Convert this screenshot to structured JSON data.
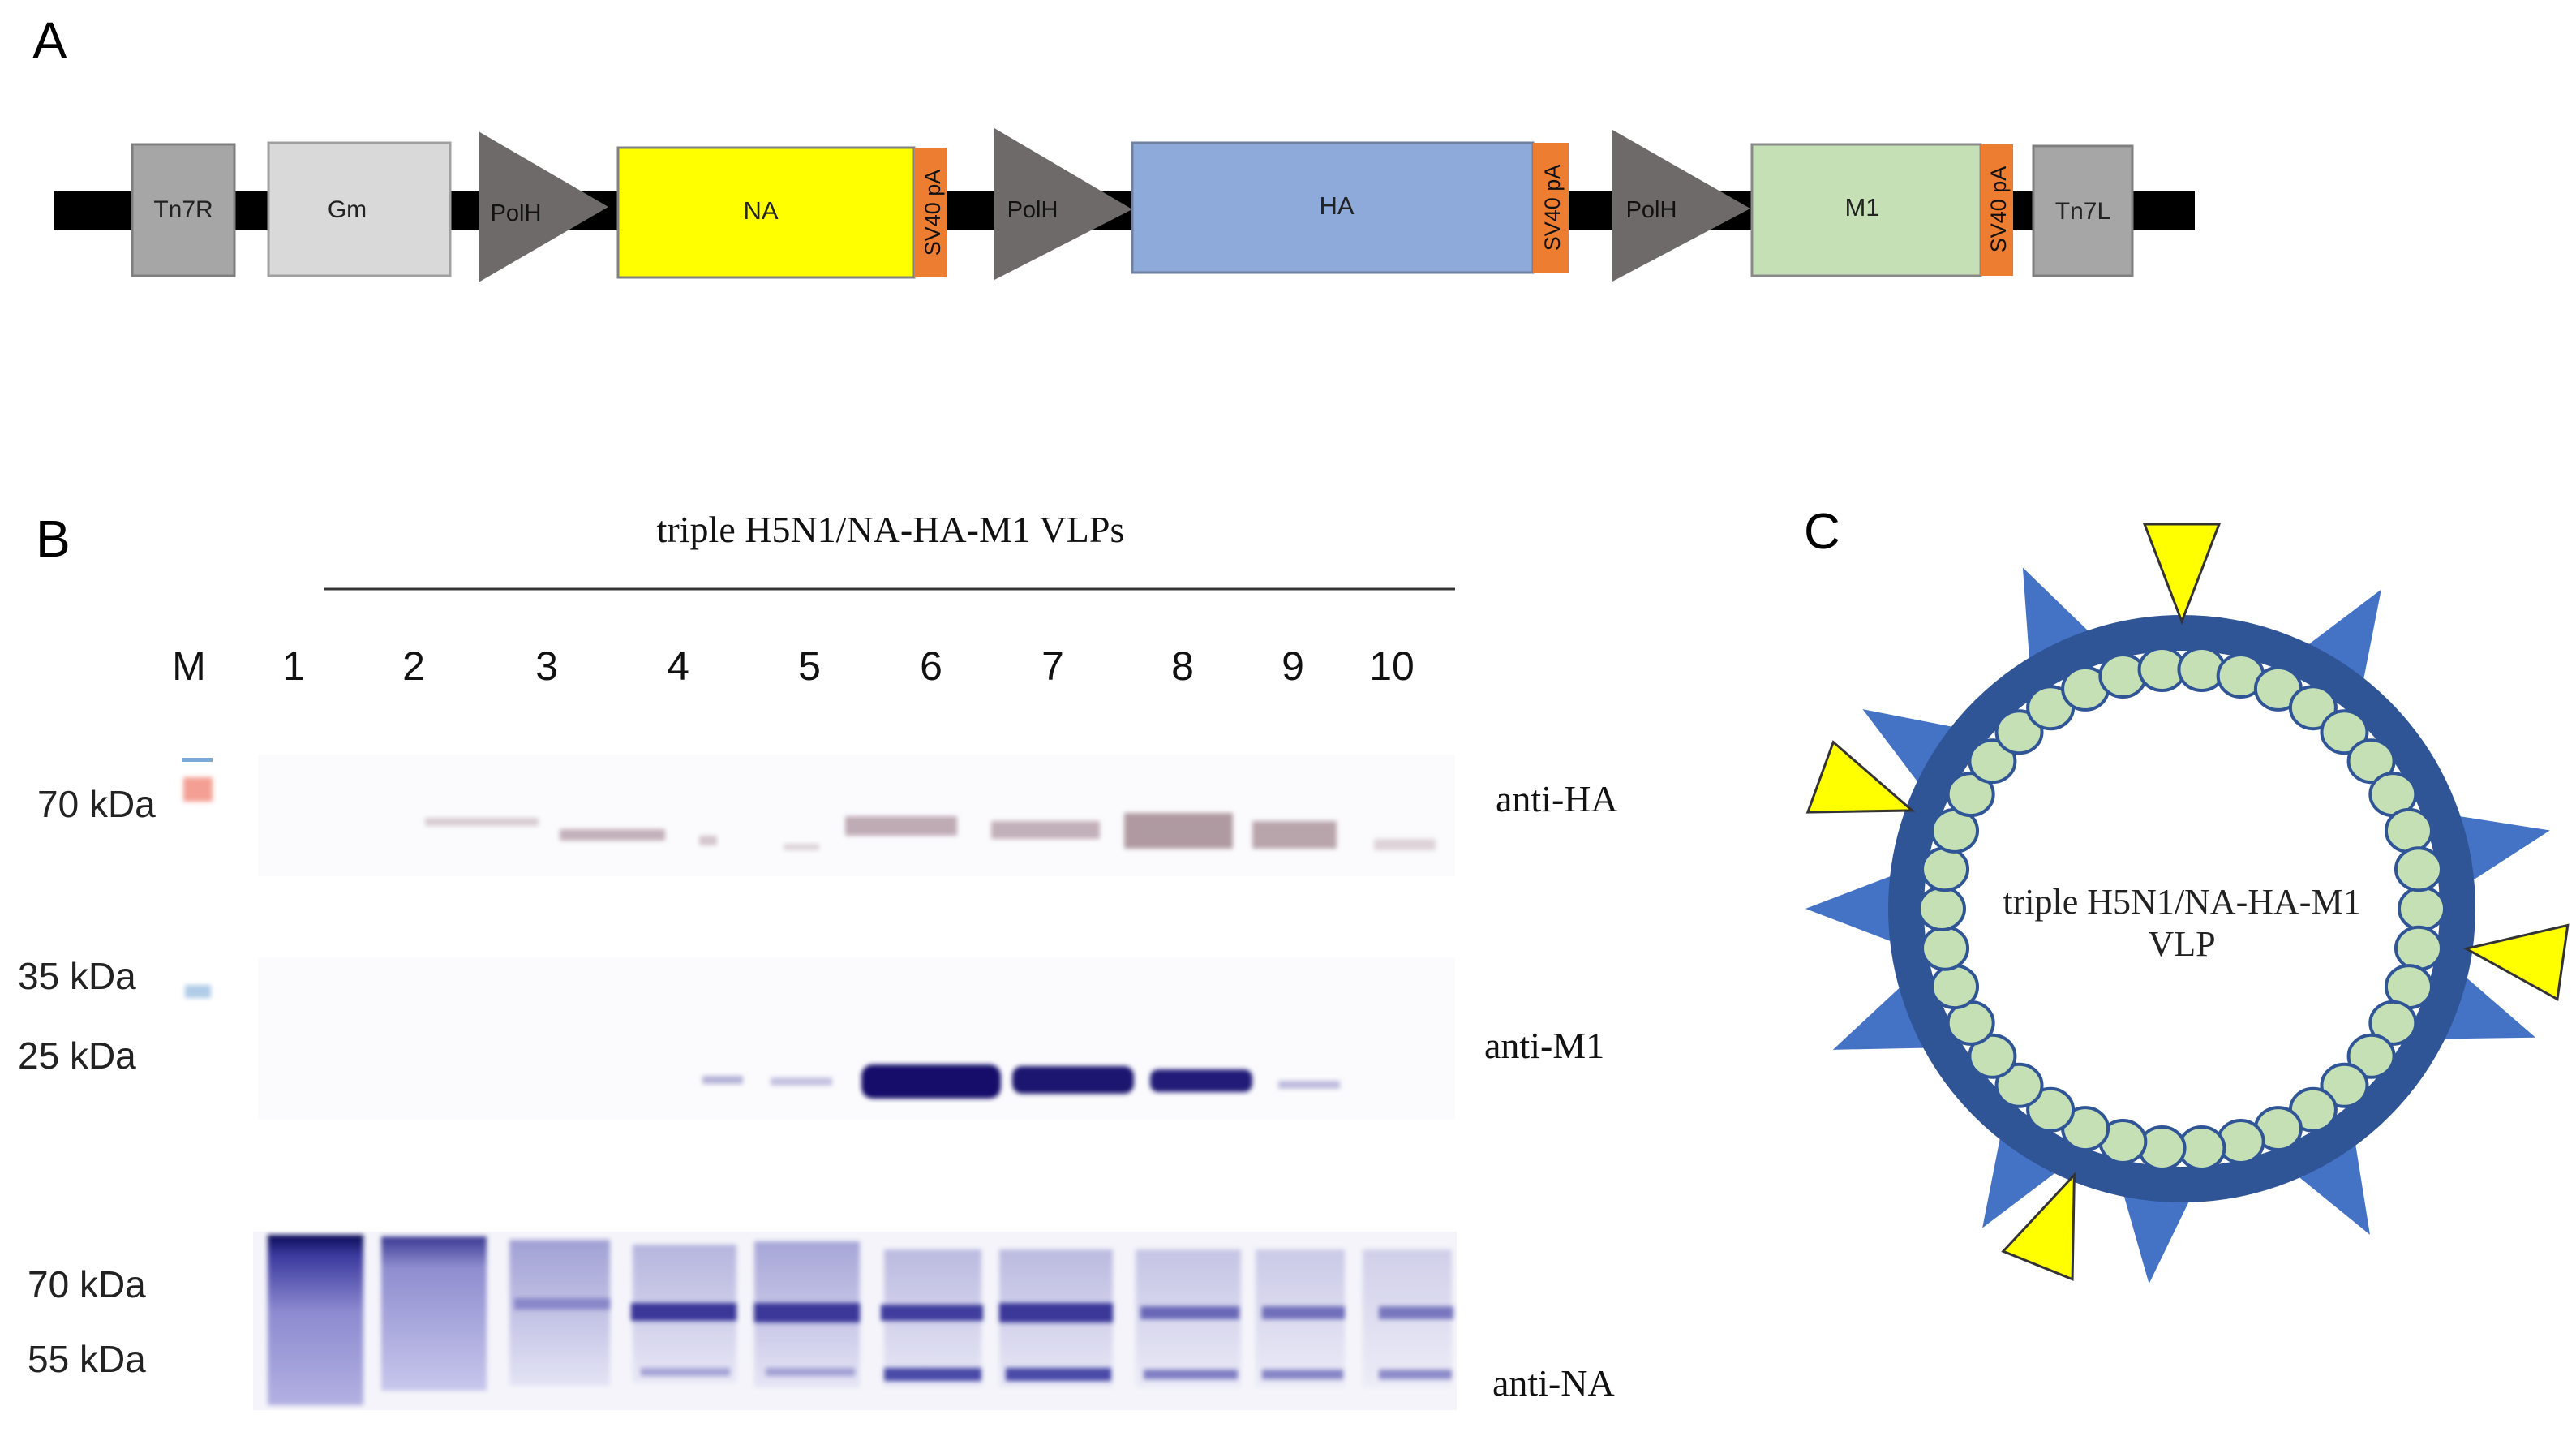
{
  "panel_a": {
    "label": "A",
    "elements": {
      "tn7r": "Tn7R",
      "gm": "Gm",
      "polh": "PolH",
      "na": "NA",
      "sv40": "SV40 pA",
      "ha": "HA",
      "m1": "M1",
      "tn7l": "Tn7L"
    },
    "colors": {
      "backbone": "#000000",
      "tn7": "#a6a6a6",
      "gm": "#d9d9d9",
      "promoter": "#6e6a6a",
      "na": "#ffff00",
      "ha": "#8eaadb",
      "m1": "#c5e0b4",
      "sv40": "#ed7d31"
    }
  },
  "panel_b": {
    "label": "B",
    "title": "triple H5N1/NA-HA-M1 VLPs",
    "lanes": [
      "M",
      "1",
      "2",
      "3",
      "4",
      "5",
      "6",
      "7",
      "8",
      "9",
      "10"
    ],
    "markers": {
      "ha_70": "70 kDa",
      "m1_35": "35 kDa",
      "m1_25": "25 kDa",
      "na_70": "70 kDa",
      "na_55": "55 kDa"
    },
    "blots": {
      "ha": "anti-HA",
      "m1": "anti-M1",
      "na": "anti-NA"
    },
    "colors": {
      "blot_stain": "#1f1a7a",
      "ha_band": "#b9a3ad",
      "marker_red": "#f08070",
      "marker_blue": "#7aaad8"
    }
  },
  "panel_c": {
    "label": "C",
    "line1": "triple H5N1/NA-HA-M1",
    "line2": "VLP",
    "colors": {
      "membrane": "#2f5597",
      "ha_spike": "#4472c4",
      "na_spike": "#ffff00",
      "m1": "#c5e0b4"
    }
  }
}
